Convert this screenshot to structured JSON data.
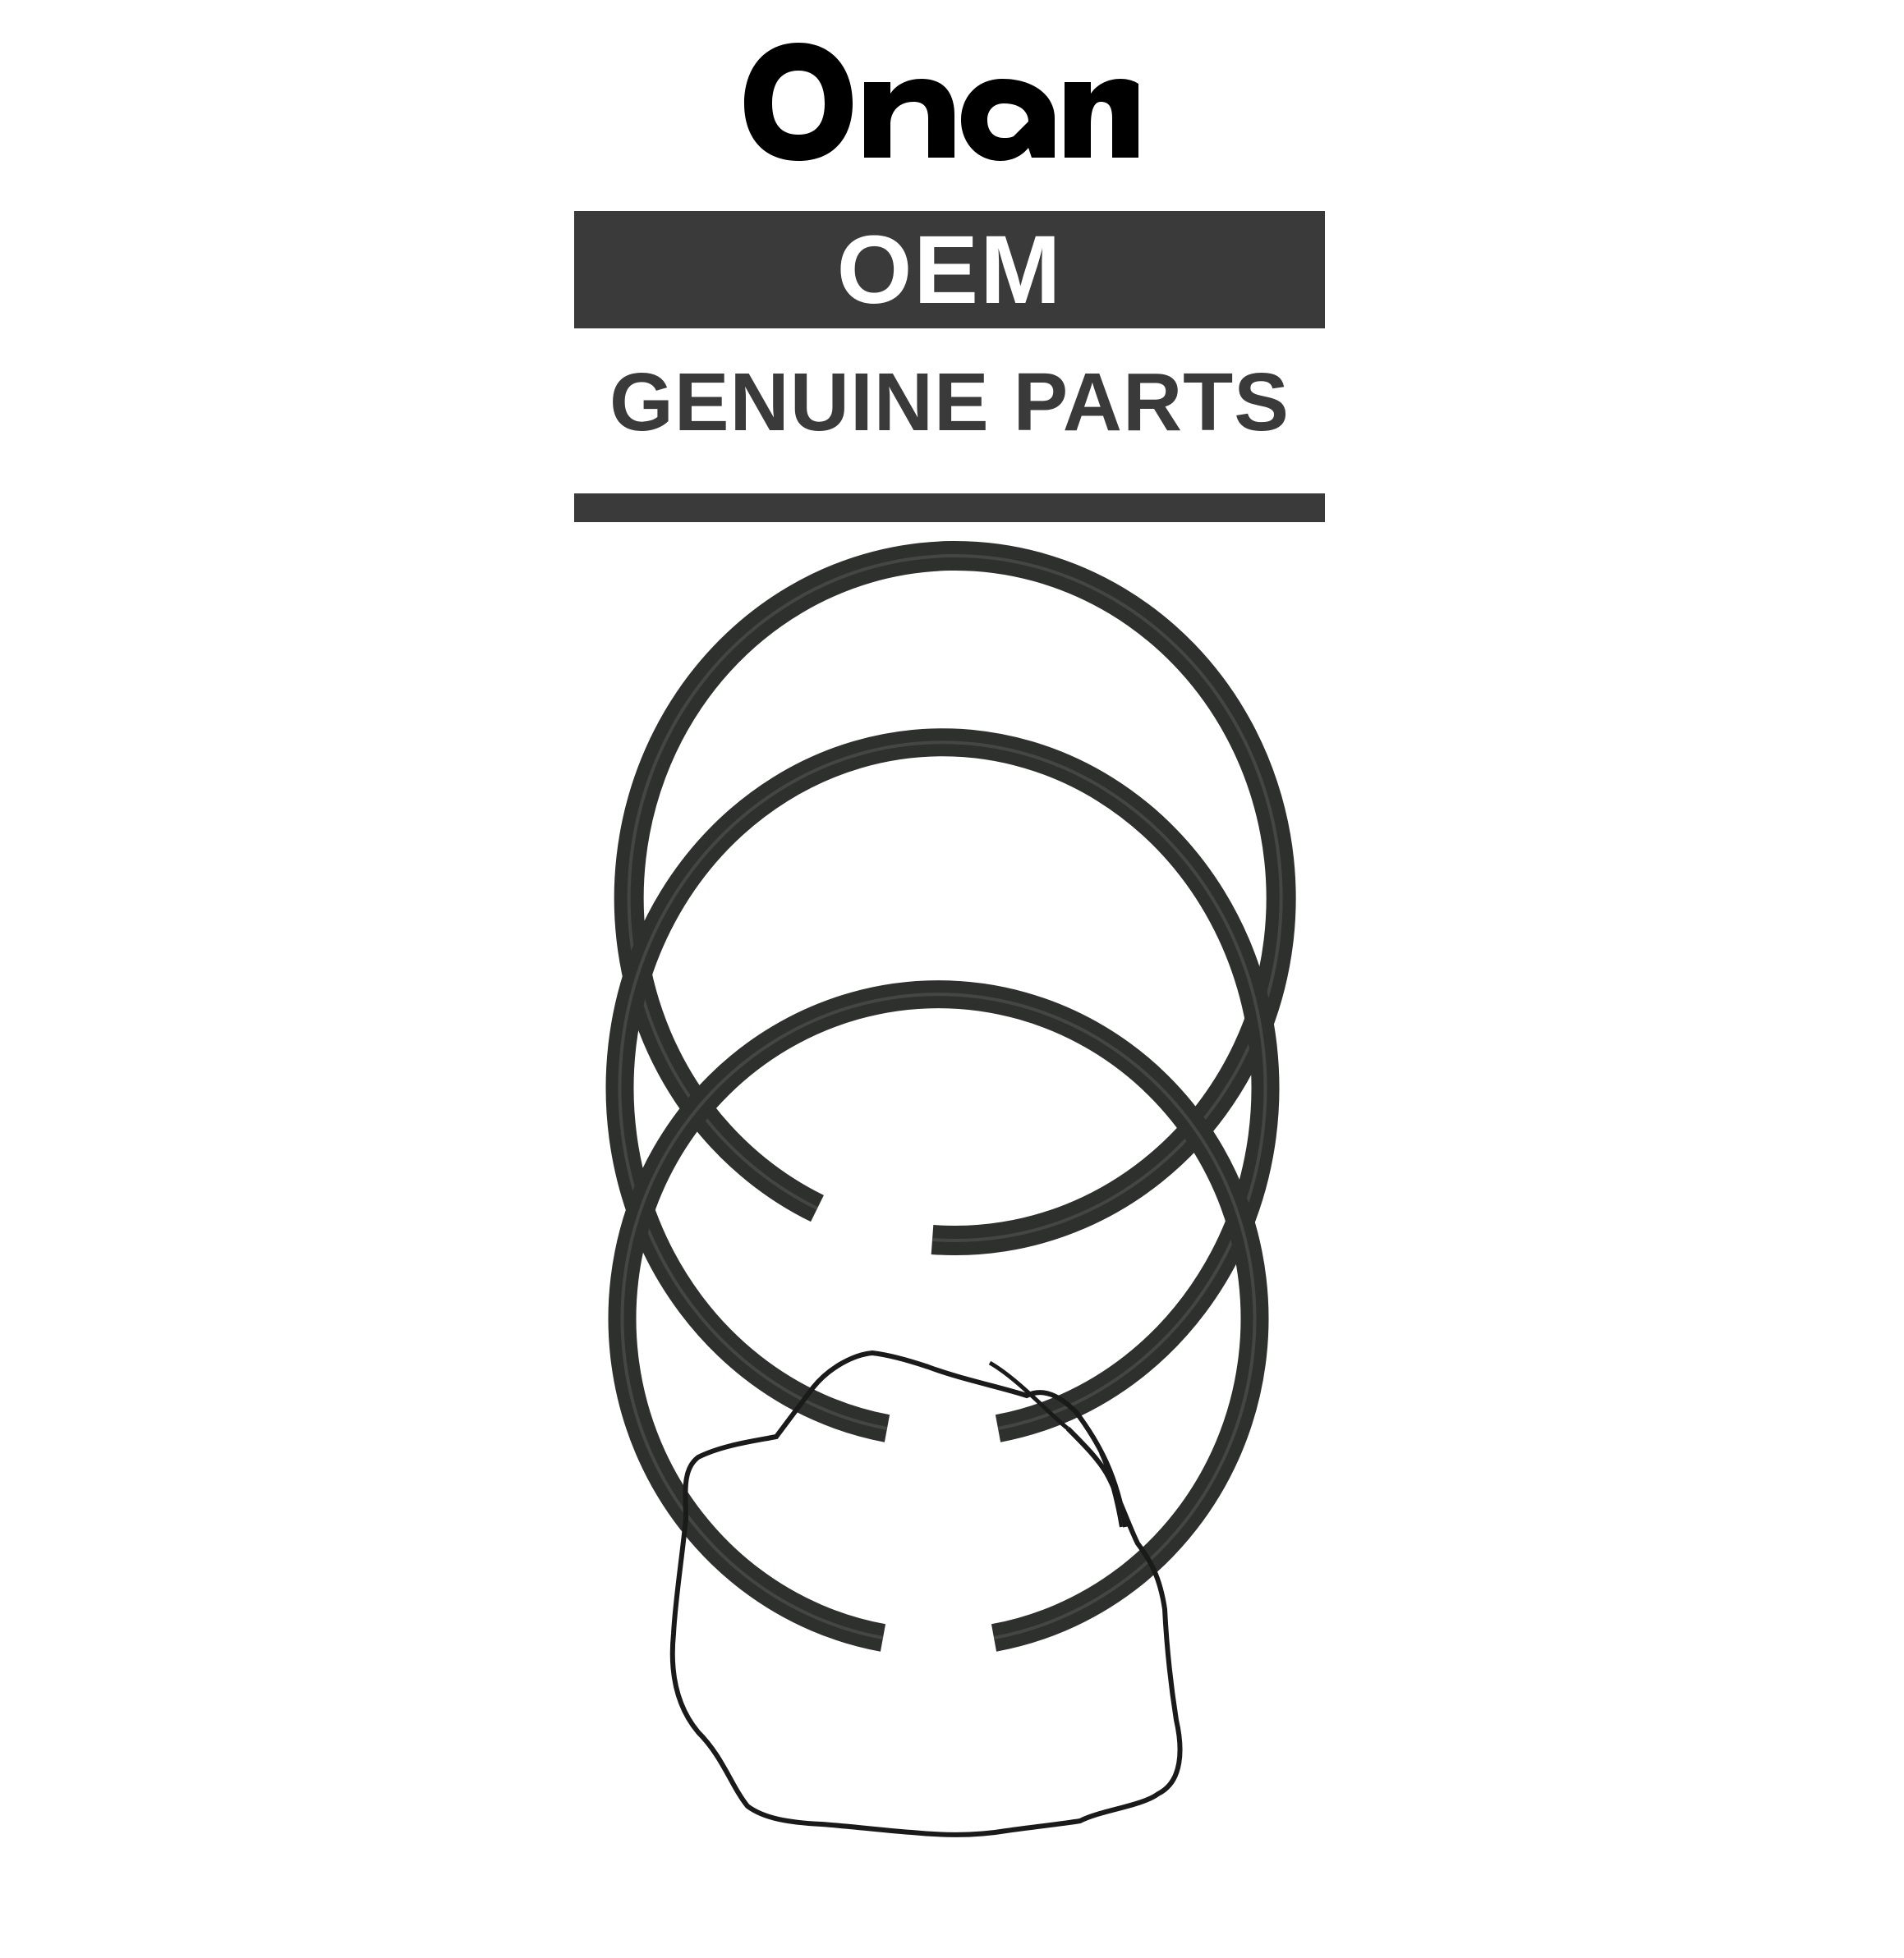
{
  "brand": {
    "logo_text": "Onan",
    "oem_label": "OEM",
    "tagline": "GENUINE PARTS"
  },
  "colors": {
    "banner": "#3a3a3a",
    "ring": "#2e302e",
    "background": "#ffffff"
  },
  "product": {
    "ring_count": 3,
    "includes_expander_spring": true
  }
}
